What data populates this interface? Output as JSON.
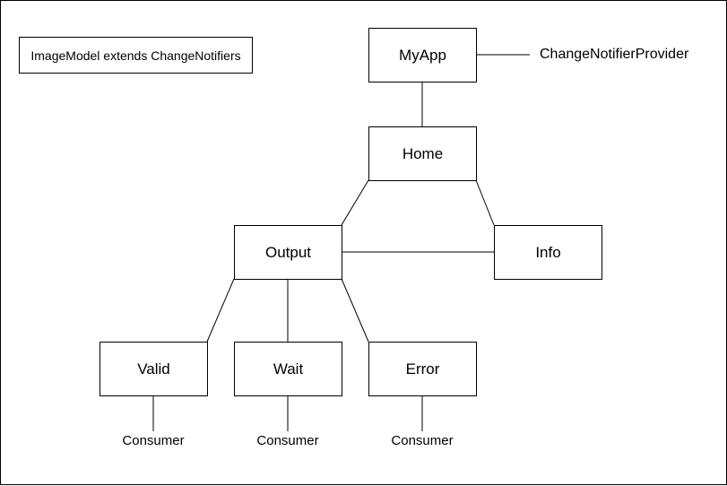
{
  "note": "ImageModel extends ChangeNotifiers",
  "nodes": {
    "myapp": "MyApp",
    "home": "Home",
    "output": "Output",
    "info": "Info",
    "valid": "Valid",
    "wait": "Wait",
    "error": "Error"
  },
  "labels": {
    "provider": "ChangeNotifierProvider",
    "consumer_valid": "Consumer",
    "consumer_wait": "Consumer",
    "consumer_error": "Consumer"
  },
  "edges": [
    {
      "from": "myapp",
      "to": "provider-label"
    },
    {
      "from": "myapp",
      "to": "home"
    },
    {
      "from": "home",
      "to": "output"
    },
    {
      "from": "home",
      "to": "info"
    },
    {
      "from": "output",
      "to": "info"
    },
    {
      "from": "output",
      "to": "valid"
    },
    {
      "from": "output",
      "to": "wait"
    },
    {
      "from": "output",
      "to": "error"
    },
    {
      "from": "valid",
      "to": "consumer-valid-label"
    },
    {
      "from": "wait",
      "to": "consumer-wait-label"
    },
    {
      "from": "error",
      "to": "consumer-error-label"
    }
  ],
  "colors": {
    "line": "#000000",
    "background": "#ffffff",
    "text": "#000000"
  }
}
